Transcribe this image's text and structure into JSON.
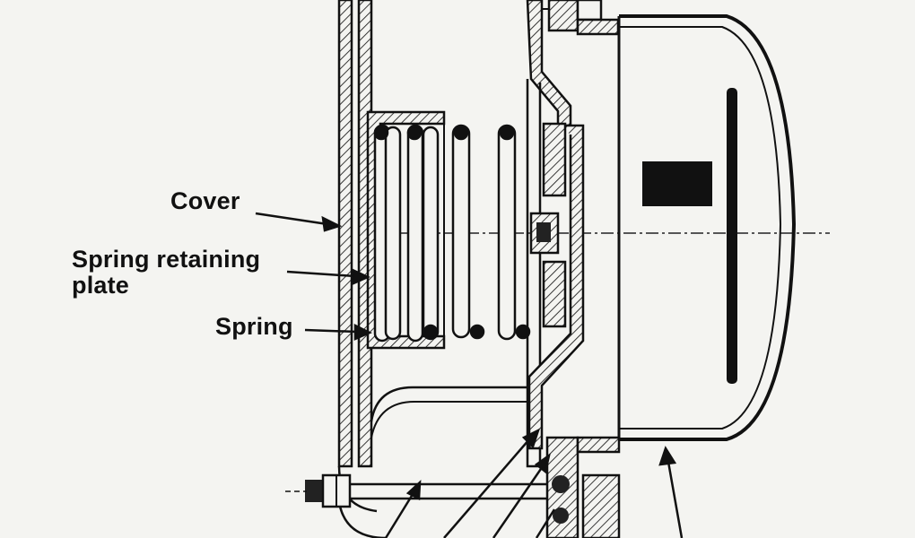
{
  "diagram": {
    "labels": {
      "cover": "Cover",
      "spring_retaining_plate_line1": "Spring retaining",
      "spring_retaining_plate_line2": "plate",
      "spring": "Spring"
    }
  }
}
